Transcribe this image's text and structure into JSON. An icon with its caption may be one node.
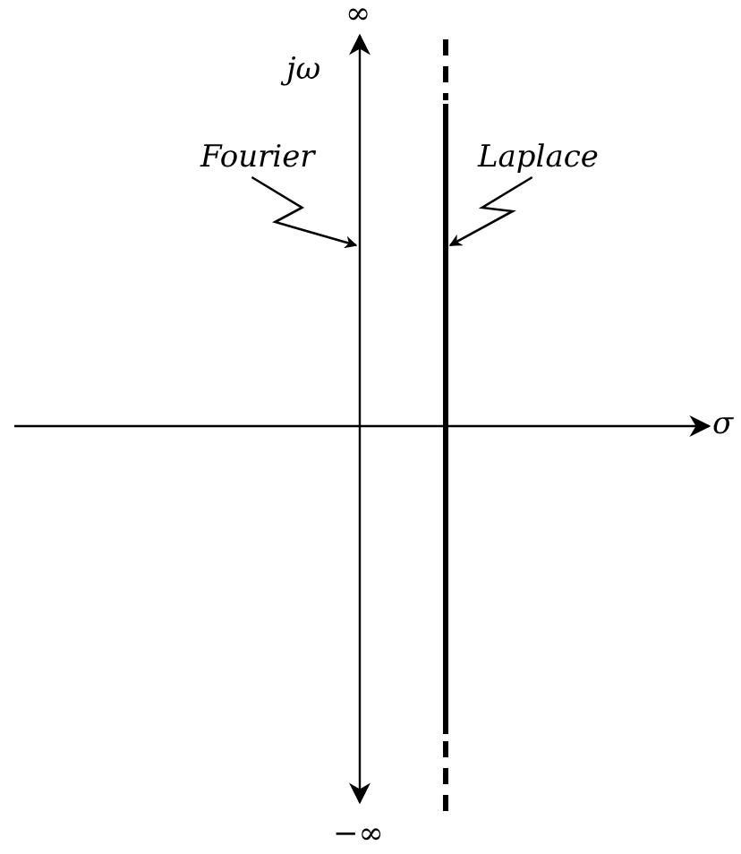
{
  "diagram": {
    "nodes": [
      {
        "text": [
          "Fourier"
        ]
      },
      {
        "text": [],
        "shape": "bar"
      },
      {
        "text": [
          "Laplace"
        ]
      },
      {
        "text": [],
        "shape": "bar"
      }
    ],
    "edges": [
      {
        "from": 0,
        "to": 1,
        "arrow": "to"
      },
      {
        "from": 2,
        "to": 3,
        "arrow": "to"
      }
    ],
    "labels": [
      "∞",
      "jω",
      "σ",
      "−∞"
    ]
  }
}
